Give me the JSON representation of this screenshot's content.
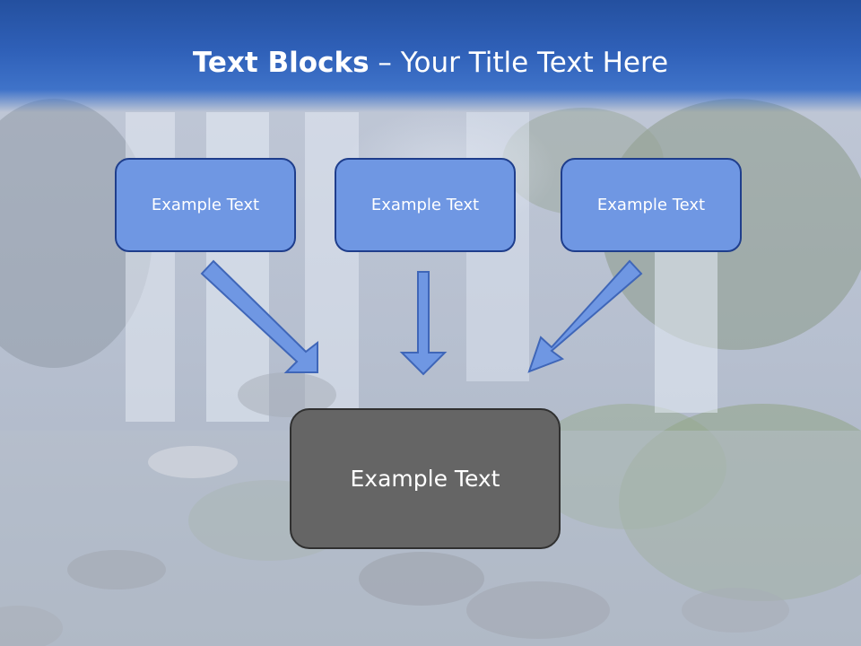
{
  "slide": {
    "title_bold": "Text Blocks",
    "title_rest": " – Your Title Text Here",
    "top_boxes": [
      {
        "text": "Example Text"
      },
      {
        "text": "Example Text"
      },
      {
        "text": "Example Text"
      }
    ],
    "bottom_box": {
      "text": "Example Text"
    }
  },
  "colors": {
    "header_blue": "#2f60b8",
    "box_fill": "#6f97e3",
    "box_border": "#1f3e8c",
    "bottom_fill": "#656565",
    "arrow_fill": "#6f97e3"
  }
}
